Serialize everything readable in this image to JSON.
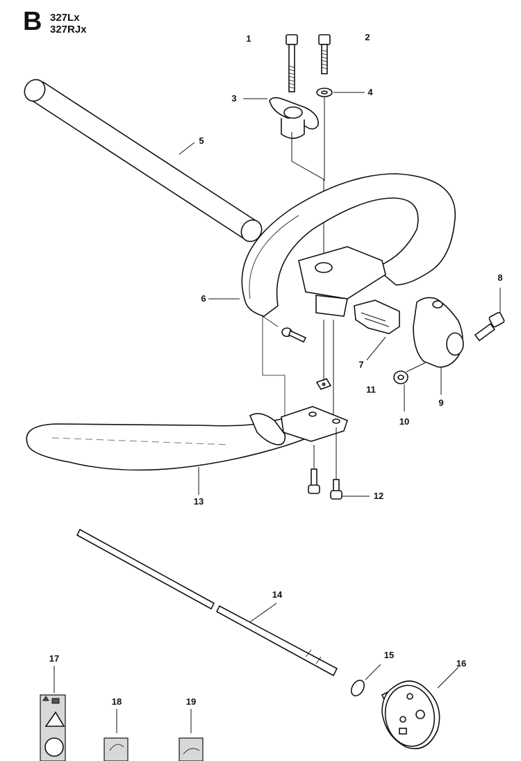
{
  "header": {
    "section_letter": "B",
    "models": [
      "327Lx",
      "327RJx"
    ]
  },
  "callouts": [
    "1",
    "2",
    "3",
    "4",
    "5",
    "6",
    "7",
    "8",
    "9",
    "10",
    "11",
    "12",
    "13",
    "14",
    "15",
    "16",
    "17",
    "18",
    "19"
  ]
}
